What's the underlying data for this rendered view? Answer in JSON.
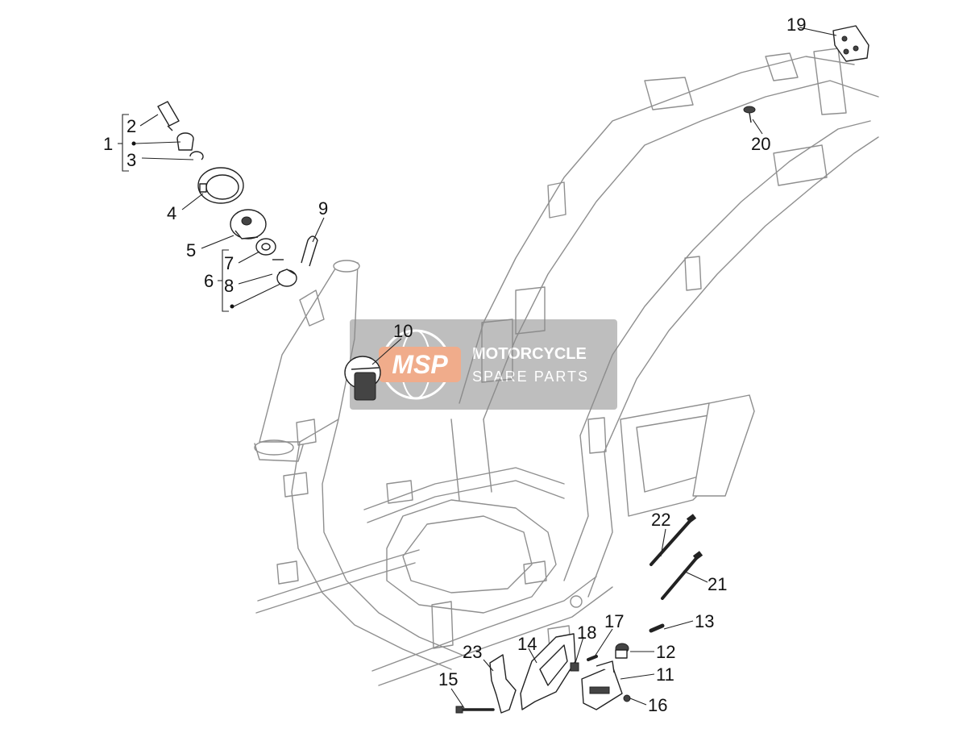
{
  "watermark": {
    "logo_text": "MSP",
    "line1": "MOTORCYCLE",
    "line2": "SPARE PARTS"
  },
  "callouts": {
    "c1": "1",
    "c2": "2",
    "c3": "3",
    "c4": "4",
    "c5": "5",
    "c6": "6",
    "c7": "7",
    "c8": "8",
    "c9": "9",
    "c10": "10",
    "c11": "11",
    "c12": "12",
    "c13": "13",
    "c14": "14",
    "c15": "15",
    "c16": "16",
    "c17": "17",
    "c18": "18",
    "c19": "19",
    "c20": "20",
    "c21": "21",
    "c22": "22",
    "c23": "23"
  },
  "colors": {
    "frame_line": "#8f8f8f",
    "part_line": "#222222",
    "watermark_bg": "#8a8a8a",
    "watermark_accent": "#e4692e"
  }
}
